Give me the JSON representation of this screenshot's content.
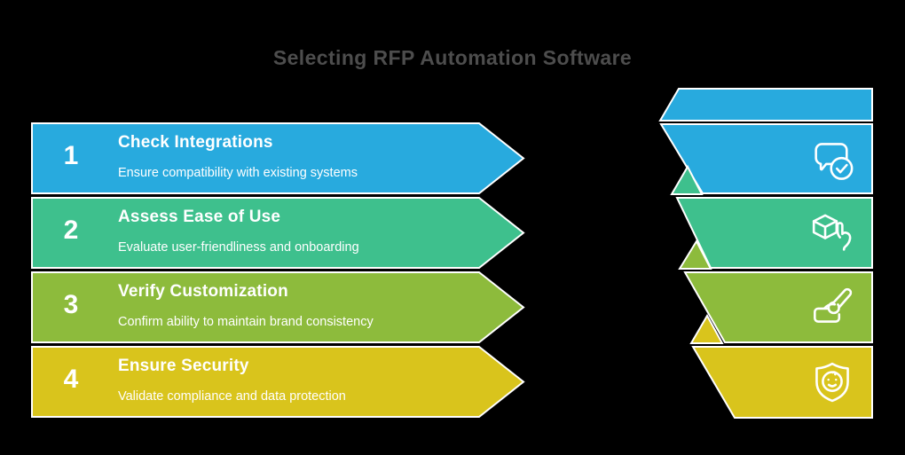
{
  "title": "Selecting RFP Automation Software",
  "background_color": "#000000",
  "title_color": "#4d4d4d",
  "outline_color": "#ffffff",
  "text_color": "#ffffff",
  "steps": [
    {
      "number": "1",
      "title": "Check Integrations",
      "description": "Ensure compatibility with existing systems",
      "color": "#28aade",
      "icon": "chat-check-icon"
    },
    {
      "number": "2",
      "title": "Assess Ease of Use",
      "description": "Evaluate user-friendliness and onboarding",
      "color": "#3ec08d",
      "icon": "cube-tap-icon"
    },
    {
      "number": "3",
      "title": "Verify Customization",
      "description": "Confirm ability to maintain brand consistency",
      "color": "#8dbb3c",
      "icon": "paintbrush-icon"
    },
    {
      "number": "4",
      "title": "Ensure Security",
      "description": "Validate compliance and data protection",
      "color": "#d9c41c",
      "icon": "shield-smiley-icon"
    }
  ]
}
